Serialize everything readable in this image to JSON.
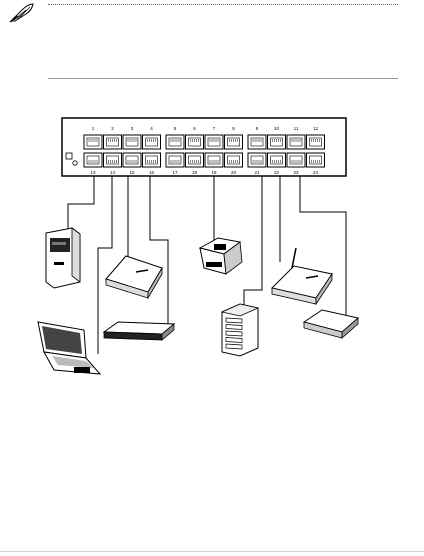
{
  "note": {
    "icon": "feather-pen-icon"
  },
  "switch": {
    "top_port_labels": [
      "1",
      "2",
      "3",
      "4",
      "5",
      "6",
      "7",
      "8",
      "9",
      "10",
      "11",
      "12"
    ],
    "bottom_port_labels": [
      "13",
      "14",
      "15",
      "16",
      "17",
      "18",
      "19",
      "20",
      "21",
      "22",
      "23",
      "24"
    ]
  },
  "devices": [
    {
      "name": "desktop-pc",
      "icon": "desktop-tower-icon"
    },
    {
      "name": "laptop",
      "icon": "laptop-icon"
    },
    {
      "name": "wireless-router-1",
      "icon": "wireless-router-icon"
    },
    {
      "name": "rack-switch",
      "icon": "rackmount-switch-icon"
    },
    {
      "name": "printer",
      "icon": "printer-icon"
    },
    {
      "name": "server",
      "icon": "server-tower-icon"
    },
    {
      "name": "wireless-router-2",
      "icon": "wireless-router-icon"
    },
    {
      "name": "network-device",
      "icon": "small-router-icon"
    }
  ]
}
